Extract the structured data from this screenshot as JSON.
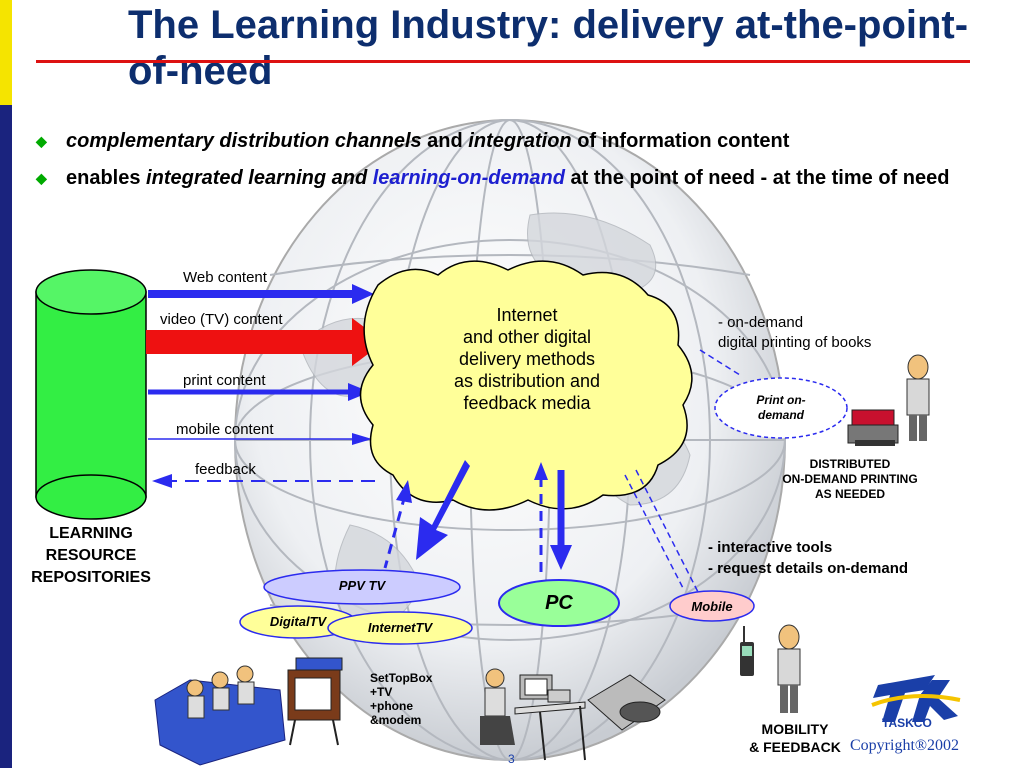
{
  "slide": {
    "title": "The Learning Industry:  delivery at-the-point-of-need",
    "page_number": "3",
    "copyright": "Copyright®2002",
    "logo_text": "TASKCO"
  },
  "bullets": [
    {
      "parts": [
        "complementary distribution channels",
        " and ",
        "integration",
        " of information content"
      ]
    },
    {
      "parts": [
        "enables ",
        "integrated learning",
        "  and ",
        "learning-on-demand",
        " at the point of need - at the time of need"
      ]
    }
  ],
  "repository": {
    "label_line1": "LEARNING",
    "label_line2": "RESOURCE",
    "label_line3": "REPOSITORIES"
  },
  "channels": {
    "web": "Web content",
    "video": "video (TV) content",
    "print": "print content",
    "mobile": "mobile content",
    "feedback": "feedback"
  },
  "cloud": {
    "line1": "Internet",
    "line2": "and other digital",
    "line3": "delivery methods",
    "line4": "as distribution and",
    "line5": "feedback media"
  },
  "print_demand": {
    "note_line1": "- on-demand",
    "note_line2": "digital printing of books",
    "oval_line1": "Print on-",
    "oval_line2": "demand",
    "caption_line1": "DISTRIBUTED",
    "caption_line2": "ON-DEMAND  PRINTING",
    "caption_line3": "AS NEEDED"
  },
  "interactive": {
    "line1": "- interactive tools",
    "line2": "- request details on-demand"
  },
  "tv": {
    "ppv": "PPV TV",
    "digital": "DigitalTV",
    "internet": "InternetTV",
    "settop_line1": "SetTopBox",
    "settop_line2": "+TV",
    "settop_line3": "+phone",
    "settop_line4": "&modem"
  },
  "pc": {
    "label": "PC"
  },
  "mobile": {
    "label": "Mobile",
    "caption_line1": "MOBILITY",
    "caption_line2": "& FEEDBACK"
  },
  "colors": {
    "title": "#0d2e6e",
    "accent_red": "#d11",
    "blue_arrow": "#2b2bef",
    "cylinder": "#33ee44",
    "cloud": "#ffff99"
  }
}
